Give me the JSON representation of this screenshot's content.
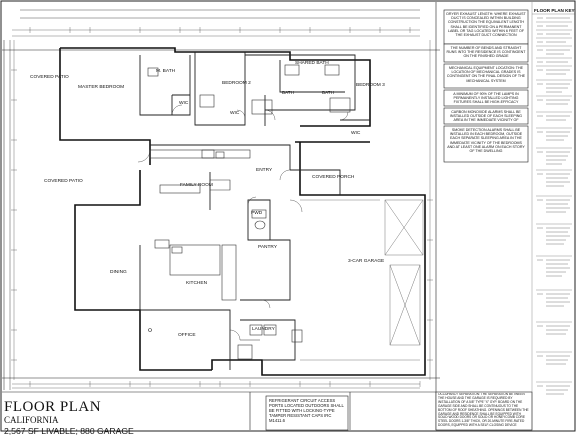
{
  "title": {
    "main": "FLOOR PLAN",
    "sub": "CALIFORNIA",
    "sf": "2,567 SF LIVABLE; 880 GARAGE"
  },
  "legend": {
    "title": "FLOOR PLAN KEY"
  },
  "rooms": {
    "covered_patio_top": "COVERED PATIO",
    "master_bedroom": "MASTER BEDROOM",
    "m_bath": "M. BATH",
    "wic_master": "WIC",
    "shared_bath": "SHARED BATH",
    "bath_left": "BATH",
    "bath_right": "BATH",
    "bedroom_2": "BEDROOM 2",
    "bedroom_3": "BEDROOM 3",
    "wic_mid": "WIC",
    "wic_right": "WIC",
    "covered_patio_left": "COVERED PATIO",
    "family_room": "FAMILY ROOM",
    "entry": "ENTRY",
    "covered_porch": "COVERED PORCH",
    "pwd": "PWD",
    "pantry": "PANTRY",
    "garage": "3-CAR GARAGE",
    "dining": "DINING",
    "kitchen": "KITCHEN",
    "office": "OFFICE",
    "laundry": "LAUNDRY"
  },
  "notes": {
    "dryer": "DRYER EXHAUST LENGTH: WHERE EXHAUST DUCT IS CONCEALED WITHIN BUILDING CONSTRUCTION THE EQUIVALENT LENGTH SHALL BE IDENTIFIED ON A PERMANENT LABEL OR TAG LOCATED WITHIN 6 FEET OF THE EXHAUST DUCT CONNECTION",
    "runs": "THE NUMBER OF BENDS AND STRAIGHT RUNS INTO THE RESIDENCE IS CONTINGENT ON THE FINISHED GRADE",
    "mechanical": "MECHANICAL EQUIPMENT LOCATION: THE LOCATION OF MECHANICAL GRADES IS CONTINGENT ON THE FINAL DESIGN OF THE MECHANICAL SYSTEM",
    "lighting": "A MINIMUM OF 90% OF THE LAMPS IN PERMANENTLY INSTALLED LIGHTING FIXTURES SHALL BE HIGH-EFFICACY",
    "carbon": "CARBON MONOXIDE ALARMS SHALL BE INSTALLED OUTSIDE OF EACH SLEEPING AREA IN THE IMMEDIATE VICINITY OF BEDROOMS",
    "smoke": "SMOKE DETECTION ALARMS SHALL BE INSTALLED IN EACH BEDROOM, OUTSIDE EACH SEPARATE SLEEPING AREA IN THE IMMEDIATE VICINITY OF THE BEDROOMS AND AT LEAST ONE ALARM ON EACH STORY OF THE DWELLING",
    "refrigerant": "REFRIGERANT CIRCUIT ACCESS PORTS LOCATED OUTDOORS SHALL BE FITTED WITH LOCKING-TYPE TAMPER RESISTANT CAPS IRC M1411.6",
    "separation": "OCCUPANCY SEPARATION: THE SEPARATION BETWEEN THE HOUSE AND THE GARAGE IS REQUIRED BY INSTALLATION OF A 5/8\" TYPE \"X\" GYP. BOARD ON THE GARAGE SIDE AND SHALL BE CONTINUOUS TO THE BOTTOM OF ROOF SHEATHING. OPENINGS BETWEEN THE GARAGE AND RESIDENCE SHALL BE EQUIPPED WITH SOLID WOOD DOORS OR SOLID OR HONEYCOMB CORE STEEL DOORS 1-3/8\" THICK, OR 20-MINUTE FIRE-RATED DOORS, EQUIPPED WITH A SELF-CLOSING DEVICE"
  },
  "colors": {
    "ink": "#111111",
    "paper": "#ffffff",
    "line": "#222222"
  }
}
